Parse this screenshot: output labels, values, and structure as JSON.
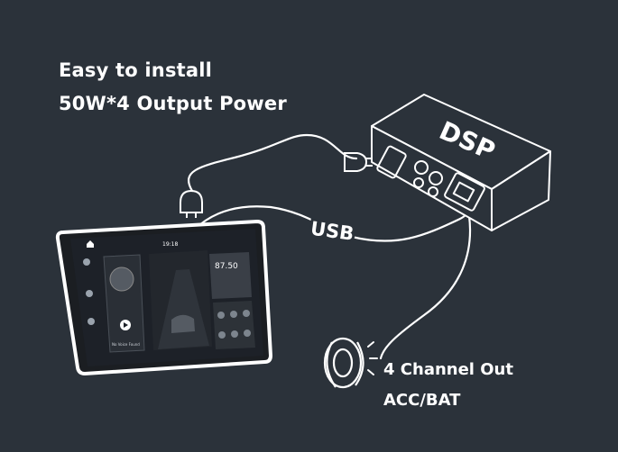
{
  "headline": {
    "line1": "Easy to install",
    "line2": "50W*4 Output Power"
  },
  "dsp_box": {
    "label": "DSP"
  },
  "cable": {
    "usb_label": "USB"
  },
  "outputs": {
    "line1": "4 Channel Out",
    "line2": "ACC/BAT"
  },
  "head_unit": {
    "clock": "19:18",
    "temperature": "87.50",
    "track_title": "No Voice Found"
  },
  "colors": {
    "background": "#2b323a",
    "line": "#ffffff",
    "screen": "#1d2128"
  },
  "icons": [
    "usb-plug-icon",
    "speaker-icon",
    "home-icon",
    "play-icon"
  ]
}
